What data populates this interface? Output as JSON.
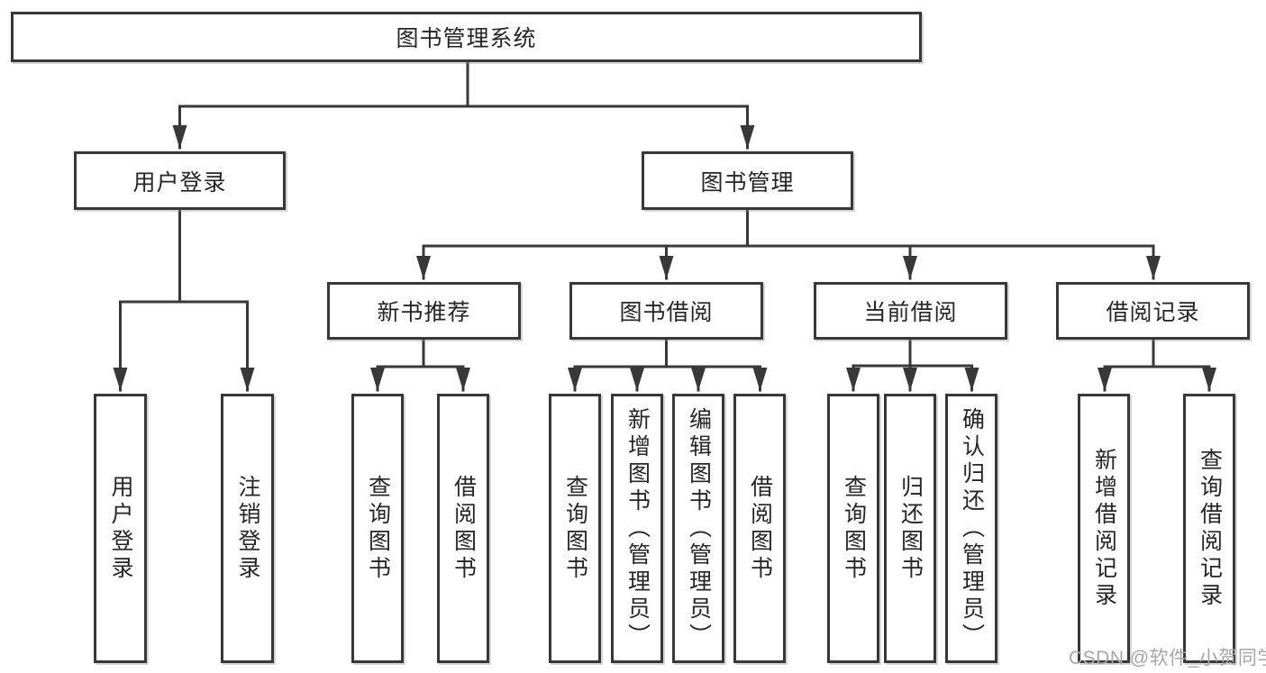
{
  "watermark": "CSDN @软件_小贺同学",
  "colors": {
    "line": "#383838",
    "box_border": "#383838",
    "text": "#262626",
    "watermark": "#a7a7a7",
    "background": "#ffffff"
  },
  "tree": {
    "root": {
      "label": "图书管理系统"
    },
    "branches": [
      {
        "label": "用户登录",
        "children": [
          {
            "label": "用户登录"
          },
          {
            "label": "注销登录"
          }
        ]
      },
      {
        "label": "图书管理",
        "children": [
          {
            "label": "新书推荐",
            "children": [
              {
                "label": "查询图书"
              },
              {
                "label": "借阅图书"
              }
            ]
          },
          {
            "label": "图书借阅",
            "children": [
              {
                "label": "查询图书"
              },
              {
                "label": "新增图书（管理员）"
              },
              {
                "label": "编辑图书（管理员）"
              },
              {
                "label": "借阅图书"
              }
            ]
          },
          {
            "label": "当前借阅",
            "children": [
              {
                "label": "查询图书"
              },
              {
                "label": "归还图书"
              },
              {
                "label": "确认归还（管理员）"
              }
            ]
          },
          {
            "label": "借阅记录",
            "children": [
              {
                "label": "新增借阅记录"
              },
              {
                "label": "查询借阅记录"
              }
            ]
          }
        ]
      }
    ]
  }
}
